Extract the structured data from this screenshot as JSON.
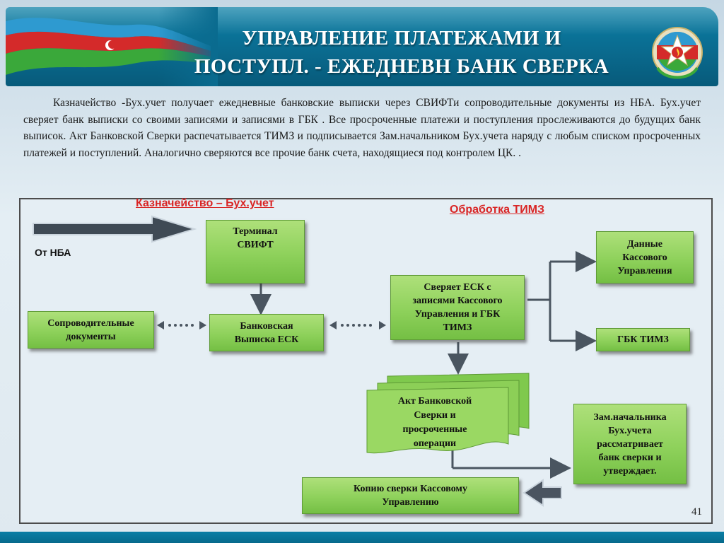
{
  "header": {
    "title_line1": "УПРАВЛЕНИЕ ПЛАТЕЖАМИ И",
    "title_line2": "ПОСТУПЛ. - ЕЖЕДНЕВН БАНК СВЕРКА"
  },
  "description": "Казначейство -Бух.учет получает ежедневные банковские выписки через СВИФТи сопроводительные документы из НБА. Бух.учет сверяет банк выписки со своими записями и записями в ГБК .  Все просроченные платежи и поступления прослеживаются до будущих банк выписок.  Акт Банковской Сверки распечатывается ТИМЗ и подписывается Зам.начальником Бух.учета наряду с любым списком просроченных платежей и поступлений. Аналогично сверяются все прочие банк счета, находящиеся под контролем ЦК. .",
  "diagram": {
    "section_treasury": "Казначейство – Бух.учет",
    "section_timz": "Обработка ТИМЗ",
    "from_nba": "От НБА",
    "swift_line1": "Терминал",
    "swift_line2": "СВИФТ",
    "docs_line1": "Сопроводительные",
    "docs_line2": "документы",
    "esk_line1": "Банковская",
    "esk_line2": "Выписка ЕСК",
    "reconcile_line1": "Сверяет ЕСК с",
    "reconcile_line2": "записями Кассового",
    "reconcile_line3": "Управления и ГБК",
    "reconcile_line4": "ТИМЗ",
    "kassa_line1": "Данные",
    "kassa_line2": "Кассового",
    "kassa_line3": "Управления",
    "gbk": "ГБК ТИМЗ",
    "act_line1": "Акт Банковской",
    "act_line2": "Сверки и",
    "act_line3": "просроченные",
    "act_line4": "операции",
    "deputy_line1": "Зам.начальника",
    "deputy_line2": "Бух.учета",
    "deputy_line3": "рассматривает",
    "deputy_line4": "банк сверки и",
    "deputy_line5": "утверждает.",
    "copy_line1": "Копию сверки Кассовому",
    "copy_line2": "Управлению"
  },
  "page_number": "41",
  "colors": {
    "header_blue": "#0a6b8f",
    "box_green": "#8ed15b",
    "section_red": "#d92525",
    "arrow_gray": "#4a5560"
  }
}
